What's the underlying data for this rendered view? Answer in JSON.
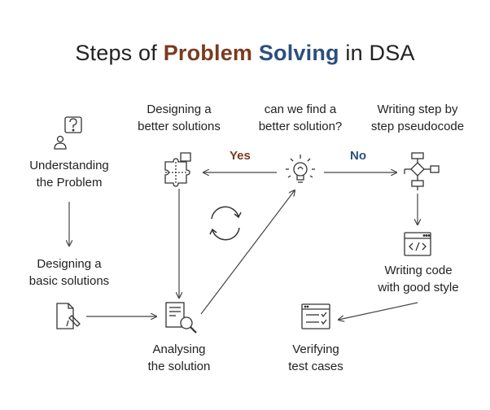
{
  "title": {
    "prefix": "Steps of ",
    "word1": "Problem",
    "word2": "Solving",
    "suffix": " in DSA"
  },
  "nodes": {
    "understanding": {
      "line1": "Understanding",
      "line2": "the Problem",
      "icon": "question-person-icon"
    },
    "basic": {
      "line1": "Designing a",
      "line2": "basic solutions",
      "icon": "pen-document-icon"
    },
    "analysing": {
      "line1": "Analysing",
      "line2": "the solution",
      "icon": "magnify-document-icon"
    },
    "better": {
      "line1": "Designing a",
      "line2": "better solutions",
      "icon": "puzzle-icon"
    },
    "find": {
      "line1": "can we find a",
      "line2": "better solution?",
      "icon": "lightbulb-icon"
    },
    "pseudo": {
      "line1": "Writing step by",
      "line2": "step pseudocode",
      "icon": "flowchart-icon"
    },
    "code": {
      "line1": "Writing code",
      "line2": "with good style",
      "icon": "code-window-icon"
    },
    "verify": {
      "line1": "Verifying",
      "line2": "test cases",
      "icon": "checklist-icon"
    }
  },
  "branches": {
    "yes": "Yes",
    "no": "No"
  },
  "cycle_icon": "refresh-cycle-icon",
  "colors": {
    "accent_brown": "#7a3b1e",
    "accent_blue": "#2c4f7c",
    "line": "#444444"
  }
}
